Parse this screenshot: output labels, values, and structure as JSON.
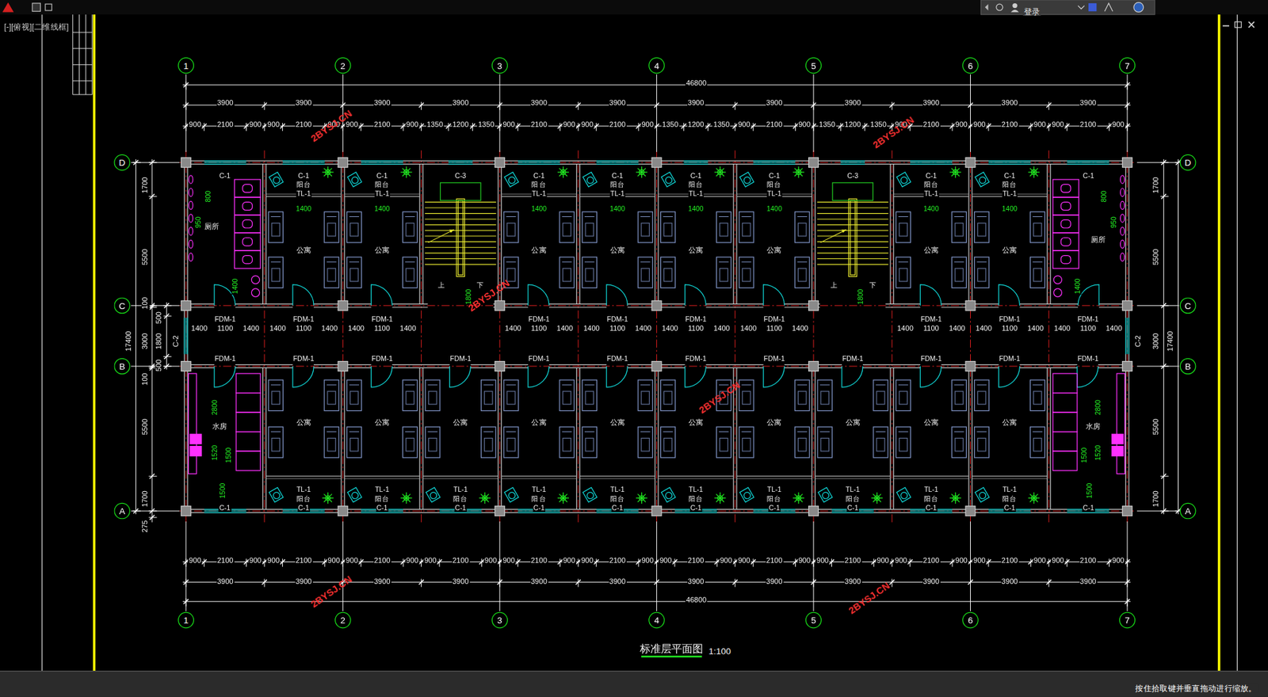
{
  "diagram": {
    "title": "标准层平面图",
    "nodes": [
      {
        "text": [
          "1"
        ]
      },
      {
        "text": [
          "2"
        ]
      },
      {
        "text": [
          "3"
        ]
      },
      {
        "text": [
          "4"
        ]
      },
      {
        "text": [
          "5"
        ]
      },
      {
        "text": [
          "6"
        ]
      },
      {
        "text": [
          "7"
        ]
      },
      {
        "text": [
          "D"
        ]
      },
      {
        "text": [
          "C"
        ]
      },
      {
        "text": [
          "B"
        ]
      },
      {
        "text": [
          "A"
        ]
      },
      {
        "text": [
          "D"
        ]
      },
      {
        "text": [
          "C"
        ]
      },
      {
        "text": [
          "B"
        ]
      },
      {
        "text": [
          "A"
        ]
      },
      {
        "text": [
          "厕所"
        ]
      },
      {
        "text": [
          "公寓"
        ]
      },
      {
        "text": [
          "公寓"
        ]
      },
      {
        "text": [
          "公寓"
        ]
      },
      {
        "text": [
          "公寓"
        ]
      },
      {
        "text": [
          "公寓"
        ]
      },
      {
        "text": [
          "公寓"
        ]
      },
      {
        "text": [
          "公寓"
        ]
      },
      {
        "text": [
          "公寓"
        ]
      },
      {
        "text": [
          "厕所"
        ]
      },
      {
        "text": [
          "水房"
        ]
      },
      {
        "text": [
          "公寓"
        ]
      },
      {
        "text": [
          "公寓"
        ]
      },
      {
        "text": [
          "公寓"
        ]
      },
      {
        "text": [
          "公寓"
        ]
      },
      {
        "text": [
          "公寓"
        ]
      },
      {
        "text": [
          "公寓"
        ]
      },
      {
        "text": [
          "公寓"
        ]
      },
      {
        "text": [
          "公寓"
        ]
      },
      {
        "text": [
          "公寓"
        ]
      },
      {
        "text": [
          "公寓"
        ]
      },
      {
        "text": [
          "水房"
        ]
      },
      {
        "text": [
          "1"
        ]
      },
      {
        "text": [
          "2"
        ]
      },
      {
        "text": [
          "3"
        ]
      },
      {
        "text": [
          "4"
        ]
      },
      {
        "text": [
          "5"
        ]
      },
      {
        "text": [
          "6"
        ]
      },
      {
        "text": [
          "7"
        ]
      }
    ],
    "labels": [
      "[-][俯视][二维线框]",
      "登录",
      "按住拾取键并垂直拖动进行缩放。",
      "46800",
      "3900",
      "3900",
      "3900",
      "3900",
      "3900",
      "3900",
      "3900",
      "3900",
      "3900",
      "3900",
      "3900",
      "3900",
      "900",
      "2100",
      "900",
      "900",
      "2100",
      "900",
      "900",
      "2100",
      "900",
      "1350",
      "1200",
      "1350",
      "900",
      "2100",
      "900",
      "900",
      "2100",
      "900",
      "1350",
      "1200",
      "1350",
      "900",
      "2100",
      "900",
      "1350",
      "1200",
      "1350",
      "900",
      "2100",
      "900",
      "900",
      "2100",
      "900",
      "900",
      "2100",
      "900",
      "900",
      "2100",
      "900",
      "900",
      "2100",
      "900",
      "900",
      "2100",
      "900",
      "900",
      "2100",
      "900",
      "900",
      "2100",
      "900",
      "900",
      "2100",
      "900",
      "900",
      "2100",
      "900",
      "900",
      "2100",
      "900",
      "900",
      "2100",
      "900",
      "900",
      "2100",
      "900",
      "900",
      "2100",
      "900",
      "900",
      "2100",
      "900",
      "3900",
      "3900",
      "3900",
      "3900",
      "3900",
      "3900",
      "3900",
      "3900",
      "3900",
      "3900",
      "3900",
      "3900",
      "46800",
      "1700",
      "5500",
      "100",
      "3000",
      "100",
      "5500",
      "1700",
      "275",
      "17400",
      "500",
      "1800",
      "500",
      "C-2",
      "1700",
      "5500",
      "3000",
      "5500",
      "1700",
      "17400",
      "C-2",
      "C-1",
      "800",
      "950",
      "1400",
      "C-1",
      "阳台",
      "TL-1",
      "1400",
      "C-1",
      "阳台",
      "TL-1",
      "1400",
      "C-3",
      "上",
      "下",
      "1800",
      "C-1",
      "阳台",
      "TL-1",
      "1400",
      "C-1",
      "阳台",
      "TL-1",
      "1400",
      "C-1",
      "阳台",
      "TL-1",
      "1400",
      "C-1",
      "阳台",
      "TL-1",
      "1400",
      "C-3",
      "上",
      "下",
      "1800",
      "C-1",
      "阳台",
      "TL-1",
      "1400",
      "C-1",
      "阳台",
      "TL-1",
      "1400",
      "C-1",
      "800",
      "950",
      "1400",
      "FDM-1",
      "1400",
      "1100",
      "1400",
      "FDM-1",
      "1400",
      "1100",
      "1400",
      "FDM-1",
      "1400",
      "1100",
      "1400",
      "FDM-1",
      "1400",
      "1100",
      "1400",
      "FDM-1",
      "1400",
      "1100",
      "1400",
      "FDM-1",
      "1400",
      "1100",
      "1400",
      "FDM-1",
      "1400",
      "1100",
      "1400",
      "FDM-1",
      "1400",
      "1100",
      "1400",
      "FDM-1",
      "1400",
      "1100",
      "1400",
      "FDM-1",
      "1400",
      "1100",
      "1400",
      "FDM-1",
      "FDM-1",
      "FDM-1",
      "FDM-1",
      "FDM-1",
      "FDM-1",
      "FDM-1",
      "FDM-1",
      "FDM-1",
      "FDM-1",
      "FDM-1",
      "FDM-1",
      "2800",
      "1520",
      "1500",
      "1500",
      "C-1",
      "TL-1",
      "阳台",
      "C-1",
      "TL-1",
      "阳台",
      "C-1",
      "TL-1",
      "阳台",
      "C-1",
      "TL-1",
      "阳台",
      "C-1",
      "TL-1",
      "阳台",
      "C-1",
      "TL-1",
      "阳台",
      "C-1",
      "TL-1",
      "阳台",
      "C-1",
      "TL-1",
      "阳台",
      "C-1",
      "TL-1",
      "阳台",
      "C-1",
      "TL-1",
      "阳台",
      "C-1",
      "2800",
      "1520",
      "1500",
      "1500",
      "C-1",
      "1:100",
      "2BYSJ.CN",
      "2BYSJ.CN",
      "2BYSJ.CN",
      "2BYSJ.CN",
      "2BYSJ.CN",
      "2BYSJ.CN"
    ]
  }
}
